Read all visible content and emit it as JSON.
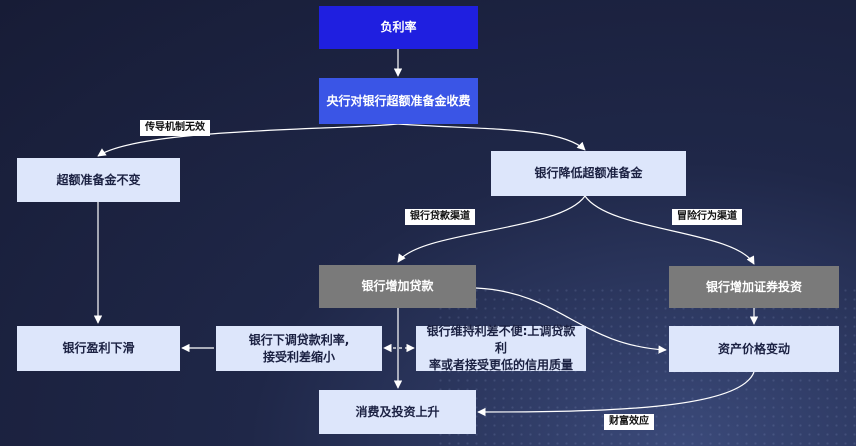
{
  "nodes": {
    "negative_rate": "负利率",
    "central_bank_fee": "央行对银行超额准备金收费",
    "reserves_unchanged": "超额准备金不变",
    "banks_reduce_reserves": "银行降低超额准备金",
    "banks_increase_loans": "银行增加贷款",
    "banks_increase_securities": "银行增加证券投资",
    "bank_profit_decline": "银行盈利下滑",
    "lower_loan_rate": "银行下调贷款利率,\n接受利差缩小",
    "maintain_spread": "银行维持利差不便:上调贷款利\n率或者接受更低的信用质量",
    "asset_price_change": "资产价格变动",
    "consumption_investment_rise": "消费及投资上升"
  },
  "labels": {
    "transmission_failure": "传导机制无效",
    "loan_channel": "银行贷款渠道",
    "risk_channel": "冒险行为渠道",
    "wealth_effect": "财富效应"
  },
  "colors": {
    "primary": "#1f1fe0",
    "secondary": "#3a55e6",
    "light": "#dde6fb",
    "gray": "#7a7a7a",
    "background": "#1f2748"
  }
}
